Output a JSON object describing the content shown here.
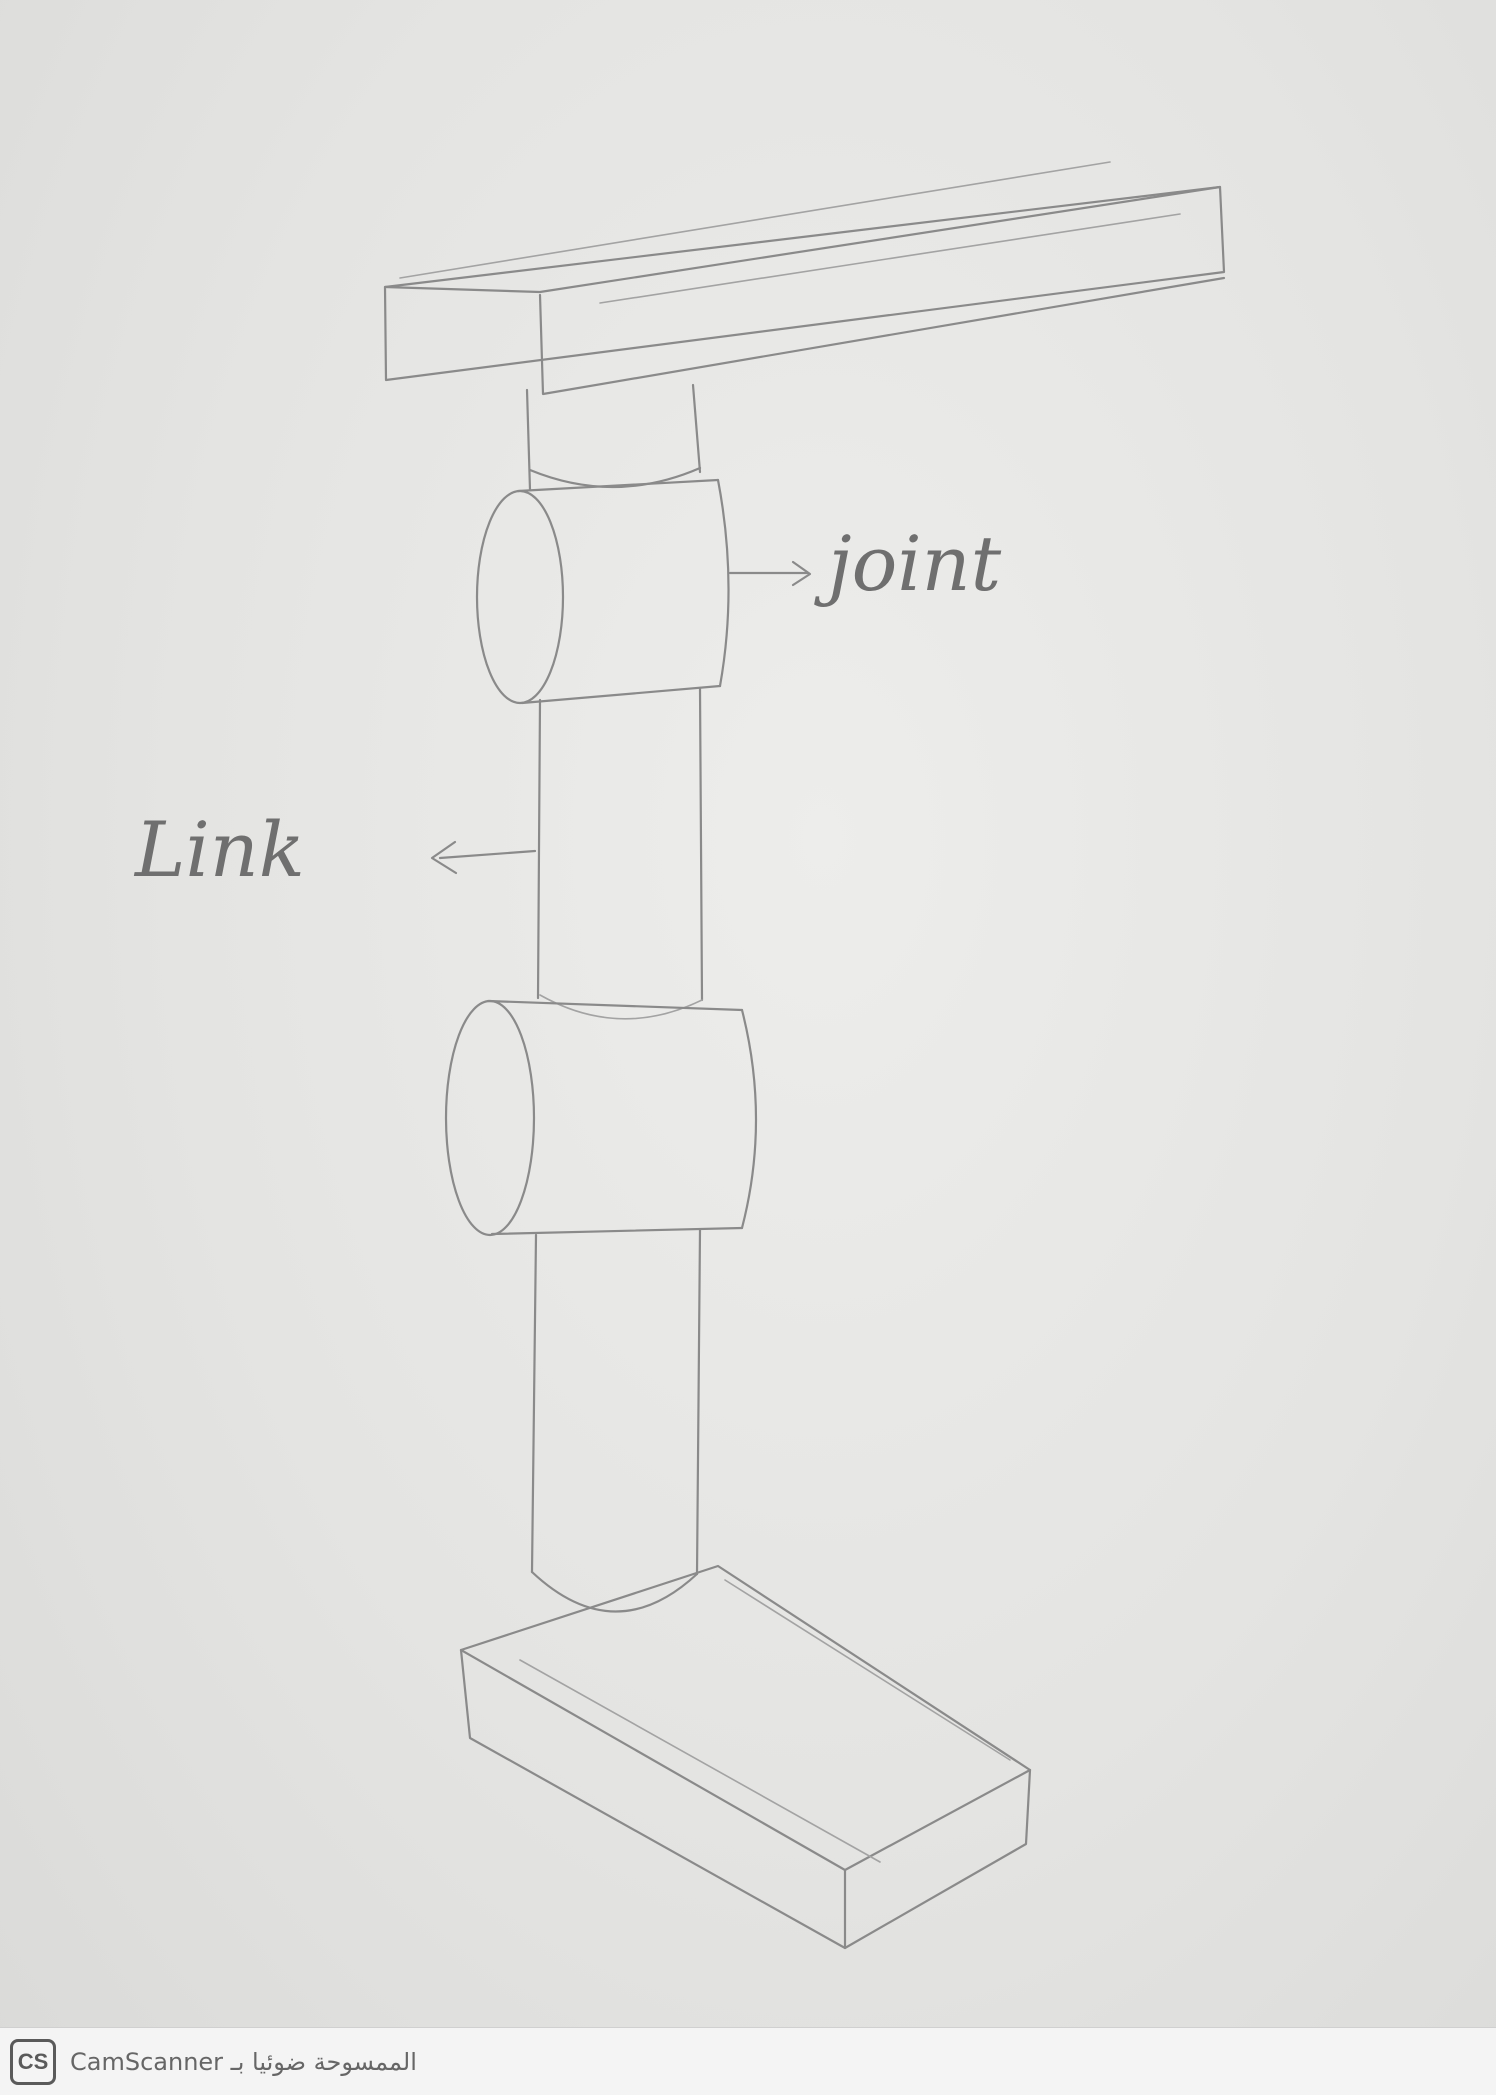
{
  "labels": {
    "joint": "joint",
    "link": "Link"
  },
  "watermark": {
    "logo": "CS",
    "text": "CamScanner الممسوحة ضوئيا بـ"
  }
}
